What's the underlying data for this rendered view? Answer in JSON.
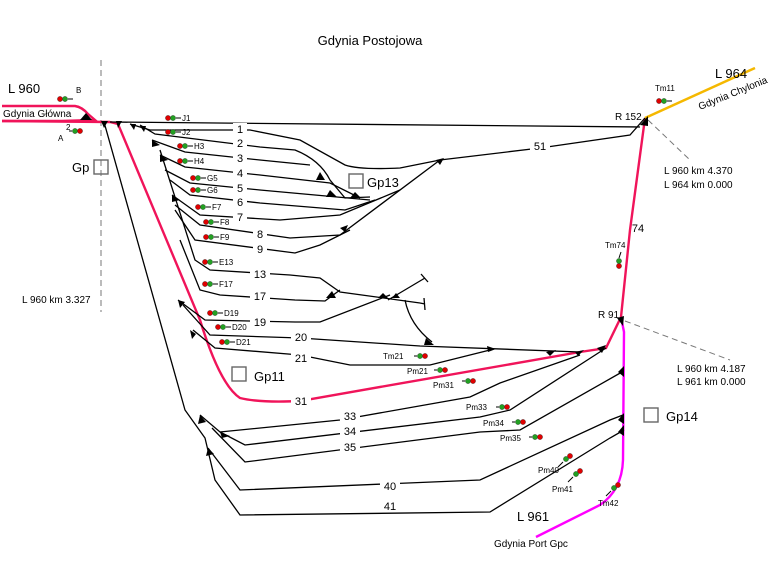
{
  "title": "Gdynia Postojowa",
  "lines": {
    "l960": "L 960",
    "l964": "L 964",
    "l961": "L 961"
  },
  "stations": {
    "gdynia_glowna": "Gdynia Główna",
    "gdynia_chylonia": "Gdynia Chylonia",
    "gdynia_port": "Gdynia Port Gpc"
  },
  "posts": {
    "r152": "R 152",
    "r91": "R 91"
  },
  "areas": {
    "gp": "Gp",
    "gp13": "Gp13",
    "gp11": "Gp11",
    "gp14": "Gp14"
  },
  "km_markers": {
    "left": "L 960 km  3.327",
    "r152_line1": "L 960 km  4.370",
    "r152_line2": "L 964 km  0.000",
    "r91_line1": "L 960 km  4.187",
    "r91_line2": "L 961 km  0.000"
  },
  "tracks": [
    "1",
    "2",
    "3",
    "4",
    "5",
    "6",
    "7",
    "8",
    "9",
    "13",
    "17",
    "19",
    "20",
    "21",
    "31",
    "33",
    "34",
    "35",
    "40",
    "41",
    "51",
    "74"
  ],
  "signals": {
    "B": "B",
    "A": "A",
    "A2": "2",
    "J1": "J1",
    "J2": "J2",
    "H3": "H3",
    "H4": "H4",
    "G5": "G5",
    "G6": "G6",
    "F7": "F7",
    "F8": "F8",
    "F9": "F9",
    "E13": "E13",
    "F17": "F17",
    "D19": "D19",
    "D20": "D20",
    "D21": "D21",
    "Tm21": "Tm21",
    "Pm21": "Pm21",
    "Pm31": "Pm31",
    "Pm33": "Pm33",
    "Pm34": "Pm34",
    "Pm35": "Pm35",
    "Pm40": "Pm40",
    "Pm41": "Pm41",
    "Tm42": "Tm42",
    "Tm11": "Tm11",
    "Tm74": "Tm74"
  },
  "colors": {
    "main_line": "#f0145a",
    "line_964": "#f5b800",
    "line_961": "#ff00ff",
    "signal_red": "#e00000",
    "signal_green": "#22a022"
  }
}
